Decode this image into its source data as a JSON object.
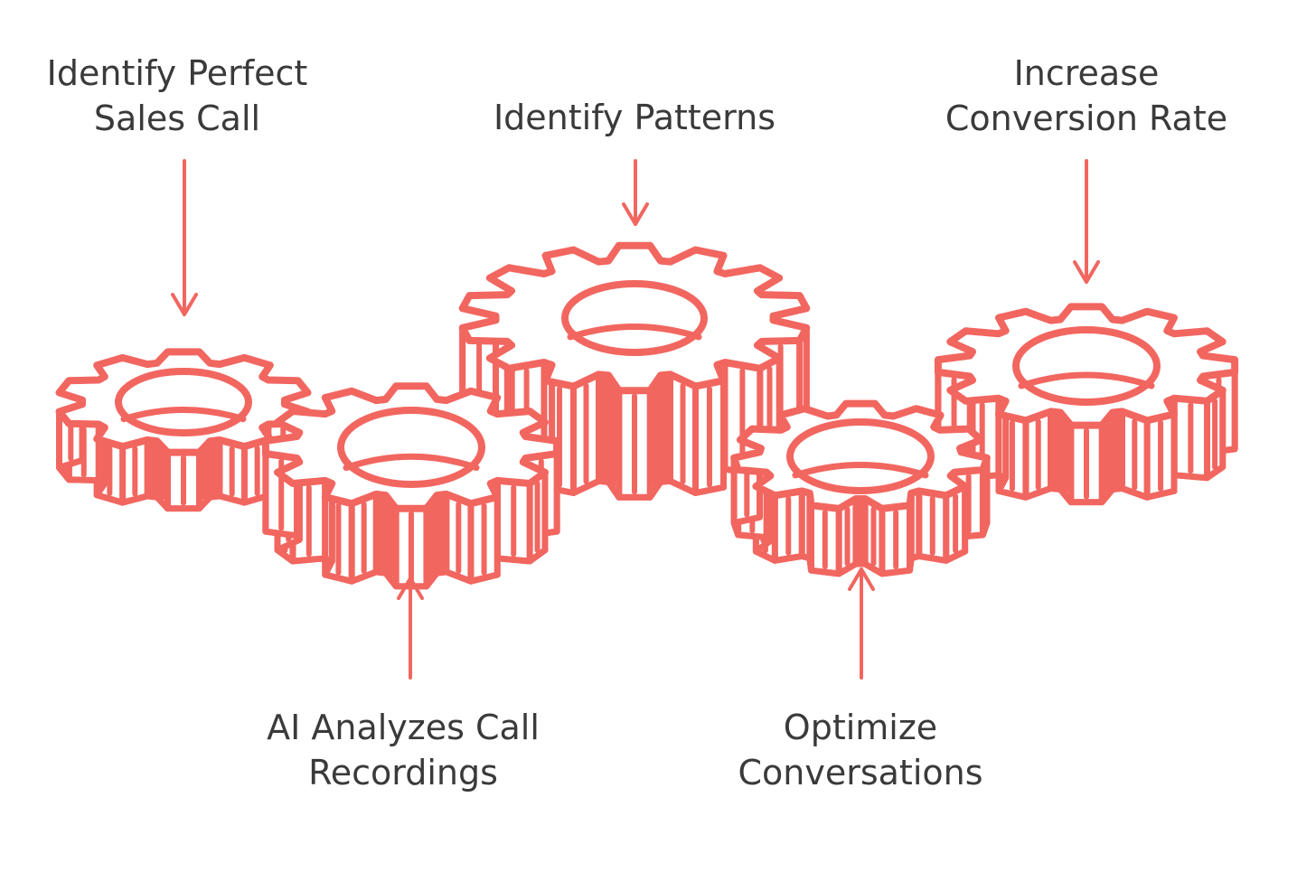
{
  "colors": {
    "stroke": "#f26660",
    "text": "#3a3a3a",
    "background": "#ffffff"
  },
  "labels": [
    {
      "id": "identify-perfect-sales-call",
      "lines": [
        "Identify Perfect",
        "Sales Call"
      ],
      "arrow": "down",
      "target_gear": 0
    },
    {
      "id": "identify-patterns",
      "lines": [
        "Identify Patterns"
      ],
      "arrow": "down",
      "target_gear": 2
    },
    {
      "id": "increase-conversion-rate",
      "lines": [
        "Increase",
        "Conversion Rate"
      ],
      "arrow": "down",
      "target_gear": 4
    },
    {
      "id": "ai-analyzes-call-recordings",
      "lines": [
        "AI Analyzes Call",
        "Recordings"
      ],
      "arrow": "up",
      "target_gear": 1
    },
    {
      "id": "optimize-conversations",
      "lines": [
        "Optimize",
        "Conversations"
      ],
      "arrow": "up",
      "target_gear": 3
    }
  ],
  "gears": [
    {
      "name": "gear-1",
      "teeth": 10
    },
    {
      "name": "gear-2",
      "teeth": 12
    },
    {
      "name": "gear-3",
      "teeth": 14
    },
    {
      "name": "gear-4",
      "teeth": 11
    },
    {
      "name": "gear-5",
      "teeth": 12
    }
  ]
}
